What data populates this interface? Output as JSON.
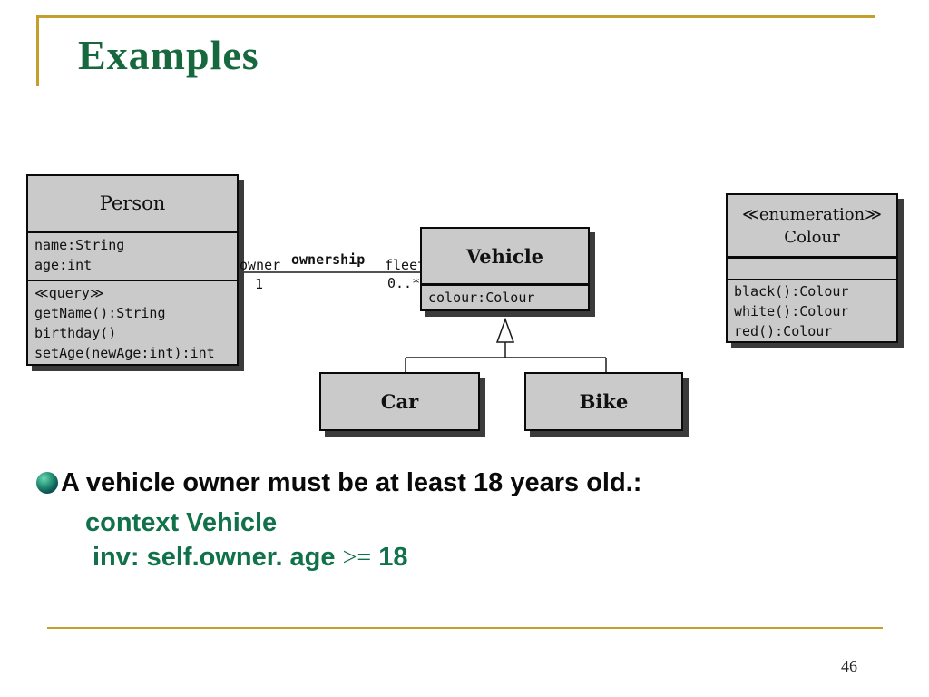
{
  "slide": {
    "title": "Examples",
    "page_number": "46",
    "colors": {
      "title_green": "#17683e",
      "ocl_green": "#10714a",
      "rule_gold": "#c49f2e",
      "box_fill": "#cacaca",
      "box_shadow": "#3b3b3b"
    }
  },
  "diagram": {
    "person": {
      "name": "Person",
      "attributes": [
        "name:String",
        "age:int"
      ],
      "operations": [
        "≪query≫",
        "getName():String",
        "birthday()",
        "setAge(newAge:int):int"
      ]
    },
    "vehicle": {
      "name": "Vehicle",
      "attributes": [
        "colour:Colour"
      ]
    },
    "car": {
      "name": "Car"
    },
    "bike": {
      "name": "Bike"
    },
    "colour_enum": {
      "stereotype": "≪enumeration≫",
      "name": "Colour",
      "operations": [
        "black():Colour",
        "white():Colour",
        "red():Colour"
      ]
    },
    "association": {
      "name": "ownership",
      "left_role": "owner",
      "left_multiplicity": "1",
      "right_role": "fleet",
      "right_multiplicity": "0..*"
    }
  },
  "bullets": {
    "line1": "A vehicle owner must be at least 18 years old.:",
    "line2": "context Vehicle",
    "line3_text": "inv: self.owner. age ",
    "line3_operator": ">=",
    "line3_value": " 18"
  }
}
